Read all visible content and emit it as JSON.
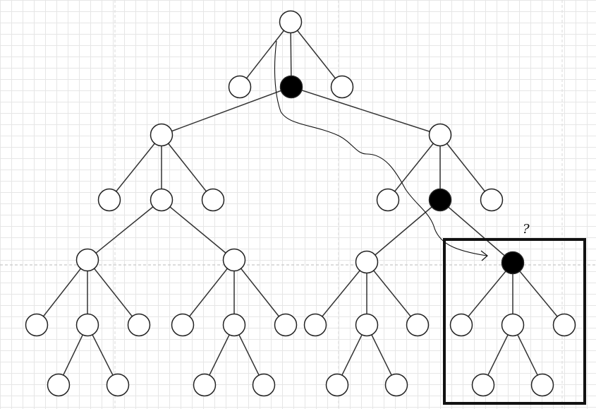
{
  "colors": {
    "node_fill": "#ffffff",
    "highlight_fill": "#000000",
    "stroke": "#222222",
    "grid": "#e6e6e6"
  },
  "nodes": [
    {
      "id": "n1",
      "filled": false
    },
    {
      "id": "n2",
      "filled": false
    },
    {
      "id": "n3",
      "filled": true
    },
    {
      "id": "n4",
      "filled": false
    },
    {
      "id": "n5",
      "filled": false
    },
    {
      "id": "n6",
      "filled": false
    },
    {
      "id": "n7",
      "filled": false
    },
    {
      "id": "n8",
      "filled": false
    },
    {
      "id": "n9",
      "filled": false
    },
    {
      "id": "n10",
      "filled": false
    },
    {
      "id": "n11",
      "filled": true
    },
    {
      "id": "n12",
      "filled": false
    },
    {
      "id": "n13",
      "filled": false
    },
    {
      "id": "n14",
      "filled": false
    },
    {
      "id": "n15",
      "filled": false
    },
    {
      "id": "n16",
      "filled": true
    },
    {
      "id": "n17",
      "filled": false
    },
    {
      "id": "n18",
      "filled": false
    },
    {
      "id": "n19",
      "filled": false
    },
    {
      "id": "n20",
      "filled": false
    },
    {
      "id": "n21",
      "filled": false
    },
    {
      "id": "n22",
      "filled": false
    },
    {
      "id": "n23",
      "filled": false
    },
    {
      "id": "n24",
      "filled": false
    },
    {
      "id": "n25",
      "filled": false
    },
    {
      "id": "n26",
      "filled": false
    },
    {
      "id": "n27",
      "filled": false
    },
    {
      "id": "n28",
      "filled": false
    },
    {
      "id": "n29",
      "filled": false
    },
    {
      "id": "n30",
      "filled": false
    },
    {
      "id": "n31",
      "filled": false
    },
    {
      "id": "n32",
      "filled": false
    },
    {
      "id": "n33",
      "filled": false
    },
    {
      "id": "n34",
      "filled": false
    },
    {
      "id": "n35",
      "filled": false
    },
    {
      "id": "n36",
      "filled": false
    },
    {
      "id": "n37",
      "filled": false
    },
    {
      "id": "n38",
      "filled": false
    },
    {
      "id": "n39",
      "filled": false
    },
    {
      "id": "n40",
      "filled": false
    }
  ],
  "edges": [
    [
      "n1",
      "n2"
    ],
    [
      "n1",
      "n3"
    ],
    [
      "n1",
      "n4"
    ],
    [
      "n3",
      "n5"
    ],
    [
      "n3",
      "n6"
    ],
    [
      "n5",
      "n7"
    ],
    [
      "n5",
      "n8"
    ],
    [
      "n5",
      "n9"
    ],
    [
      "n6",
      "n10"
    ],
    [
      "n6",
      "n11"
    ],
    [
      "n6",
      "n12"
    ],
    [
      "n8",
      "n13"
    ],
    [
      "n8",
      "n14"
    ],
    [
      "n11",
      "n15"
    ],
    [
      "n11",
      "n16"
    ],
    [
      "n13",
      "n17"
    ],
    [
      "n13",
      "n18"
    ],
    [
      "n13",
      "n19"
    ],
    [
      "n14",
      "n20"
    ],
    [
      "n14",
      "n21"
    ],
    [
      "n14",
      "n22"
    ],
    [
      "n15",
      "n23"
    ],
    [
      "n15",
      "n24"
    ],
    [
      "n15",
      "n25"
    ],
    [
      "n16",
      "n26"
    ],
    [
      "n16",
      "n27"
    ],
    [
      "n16",
      "n28"
    ],
    [
      "n18",
      "n29"
    ],
    [
      "n18",
      "n30"
    ],
    [
      "n21",
      "n31"
    ],
    [
      "n21",
      "n32"
    ],
    [
      "n24",
      "n33"
    ],
    [
      "n24",
      "n34"
    ],
    [
      "n27",
      "n35"
    ],
    [
      "n27",
      "n36"
    ]
  ],
  "annotations": {
    "question_mark": "?"
  }
}
